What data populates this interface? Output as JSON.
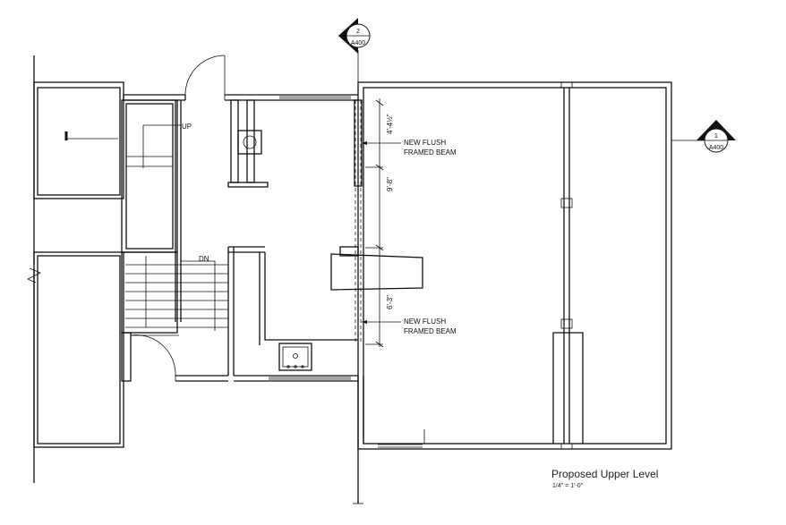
{
  "title": "Proposed Upper Level",
  "scale": "1/4\" = 1'-0\"",
  "stairs": {
    "up": "UP",
    "down": "DN"
  },
  "section_markers": [
    {
      "number": "2",
      "sheet": "A400"
    },
    {
      "number": "1",
      "sheet": "A400"
    }
  ],
  "beams": [
    {
      "line1": "NEW FLUSH",
      "line2": "FRAMED BEAM"
    },
    {
      "line1": "NEW FLUSH",
      "line2": "FRAMED BEAM"
    }
  ],
  "dimensions": [
    "4'-4½\"",
    "9'-8\"",
    "6'-3\""
  ]
}
